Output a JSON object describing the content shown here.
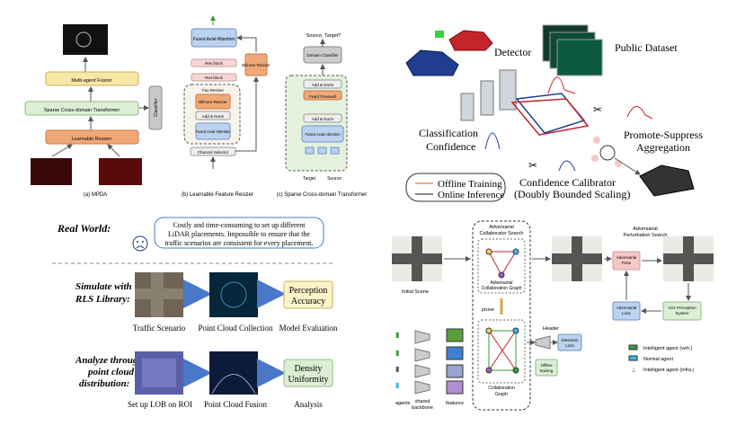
{
  "quadrant_a": {
    "panel_a": {
      "caption": "(a) MPDA",
      "multi_agent_fusion": "Multi-agent Fusion",
      "sparse_transformer": "Sparse Cross-domain Transformer",
      "learnable_resizer": "Learnable Resizer",
      "classifier": "Classifier"
    },
    "panel_b": {
      "caption": "(b) Learnable Feature Resizer",
      "fused_axial_attention_top": "Fused Axial Attention",
      "res_block_1": "Res block",
      "res_block_2": "Res block",
      "fax_resizer": "Fax Resizer",
      "bilinear_resizer_inner": "Bilinear Resizer",
      "add_norm": "Add & Norm",
      "fused_axial_attention_bottom": "Fused Axial Attention",
      "channel_selector": "Channel Selector",
      "bilinear_resizer_side": "Bilinear Resizer"
    },
    "panel_c": {
      "caption": "(c) Sparse Cross-domain Transformer",
      "output_label": "Source, Target?",
      "domain_classifier": "Domain Classifier",
      "add_norm_top": "Add & Norm",
      "feed_forward": "Feed Forward",
      "add_norm_bottom": "Add & Norm",
      "fused_axial_attention": "Fused Axial Attention",
      "input_target": "Target",
      "input_source": "Source"
    }
  },
  "quadrant_b": {
    "detector": "Detector",
    "public_dataset": "Public Dataset",
    "classification_confidence": [
      "Classification",
      "Confidence"
    ],
    "promote_suppress": [
      "Promote-Suppress",
      "Aggregation"
    ],
    "confidence_calibrator": "Confidence Calibrator",
    "doubly_bounded": "(Doubly Bounded Scaling)",
    "legend_offline": "Offline Training",
    "legend_online": "Online Inference"
  },
  "quadrant_c": {
    "real_world_label": "Real World:",
    "bubble_text": [
      "Costly and time-consuming to set up different",
      "LiDAR placements. Impossible to ensure that the",
      "traffic scenarios are consistent for every placement."
    ],
    "simulate_label": [
      "Simulate with",
      "RLS Library:"
    ],
    "analyze_label": [
      "Analyze through",
      "point cloud",
      "distribution:"
    ],
    "traffic_scenario": "Traffic Scenario",
    "point_cloud_collection": "Point Cloud Collection",
    "model_evaluation": "Model Evaluation",
    "perception_accuracy": [
      "Perception",
      "Accuracy"
    ],
    "set_up_lob": "Set up LOB on ROI",
    "point_cloud_fusion": "Point Cloud Fusion",
    "analysis": "Analysis",
    "density_uniformity": [
      "Density",
      "Uniformity"
    ]
  },
  "quadrant_d": {
    "adversarial_collaborator_search": [
      "Adversarial",
      "Collaborator Search"
    ],
    "adversarial_collaboration_graph": [
      "Adversarial",
      "Collaboration Graph"
    ],
    "adversarial_perturbation_search": [
      "Adversarial",
      "Perturbation Search"
    ],
    "initial_scene": "Initial Scene",
    "prune": "prune",
    "header": "Header",
    "detection_loss": [
      "Detection",
      "Loss"
    ],
    "offline_training": [
      "Offline",
      "training"
    ],
    "collaboration_graph": [
      "Collaboration",
      "Graph"
    ],
    "agents": "agents",
    "shared_backbone": [
      "shared",
      "backbone"
    ],
    "features": "features",
    "adversarial_pose": [
      "Adversarial",
      "Pose"
    ],
    "adversarial_loss": [
      "Adversarial",
      "Loss"
    ],
    "v2x_perception": [
      "V2X Perception",
      "System"
    ],
    "legend_intelligent_veh": "Intelligent agent (veh.)",
    "legend_normal": "Normal agent",
    "legend_intelligent_infra": "Intelligent agent (infra.)"
  }
}
